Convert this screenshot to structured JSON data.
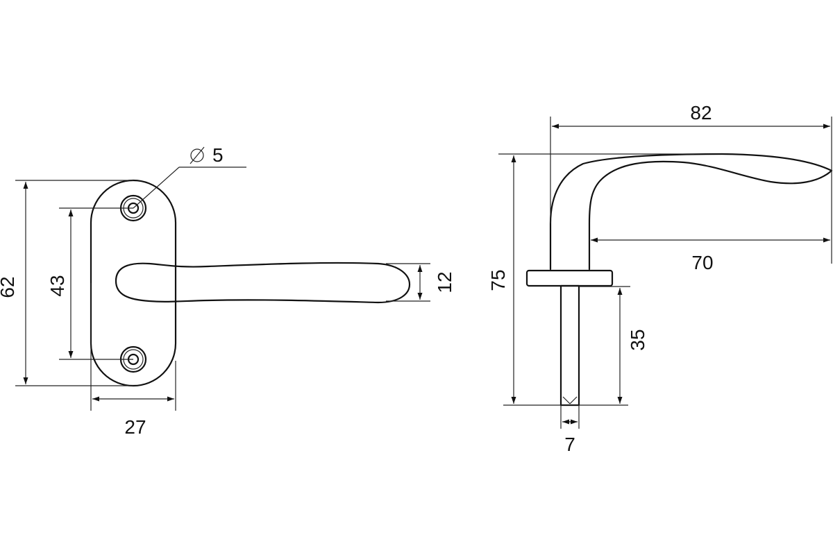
{
  "drawing": {
    "front_view": {
      "hole_diameter_label": "5",
      "height_label": "62",
      "hole_spacing_label": "43",
      "handle_thickness_label": "12",
      "plate_width_label": "27"
    },
    "side_view": {
      "total_length_label": "82",
      "total_height_label": "75",
      "lever_length_label": "70",
      "spindle_length_label": "35",
      "spindle_width_label": "7"
    }
  }
}
